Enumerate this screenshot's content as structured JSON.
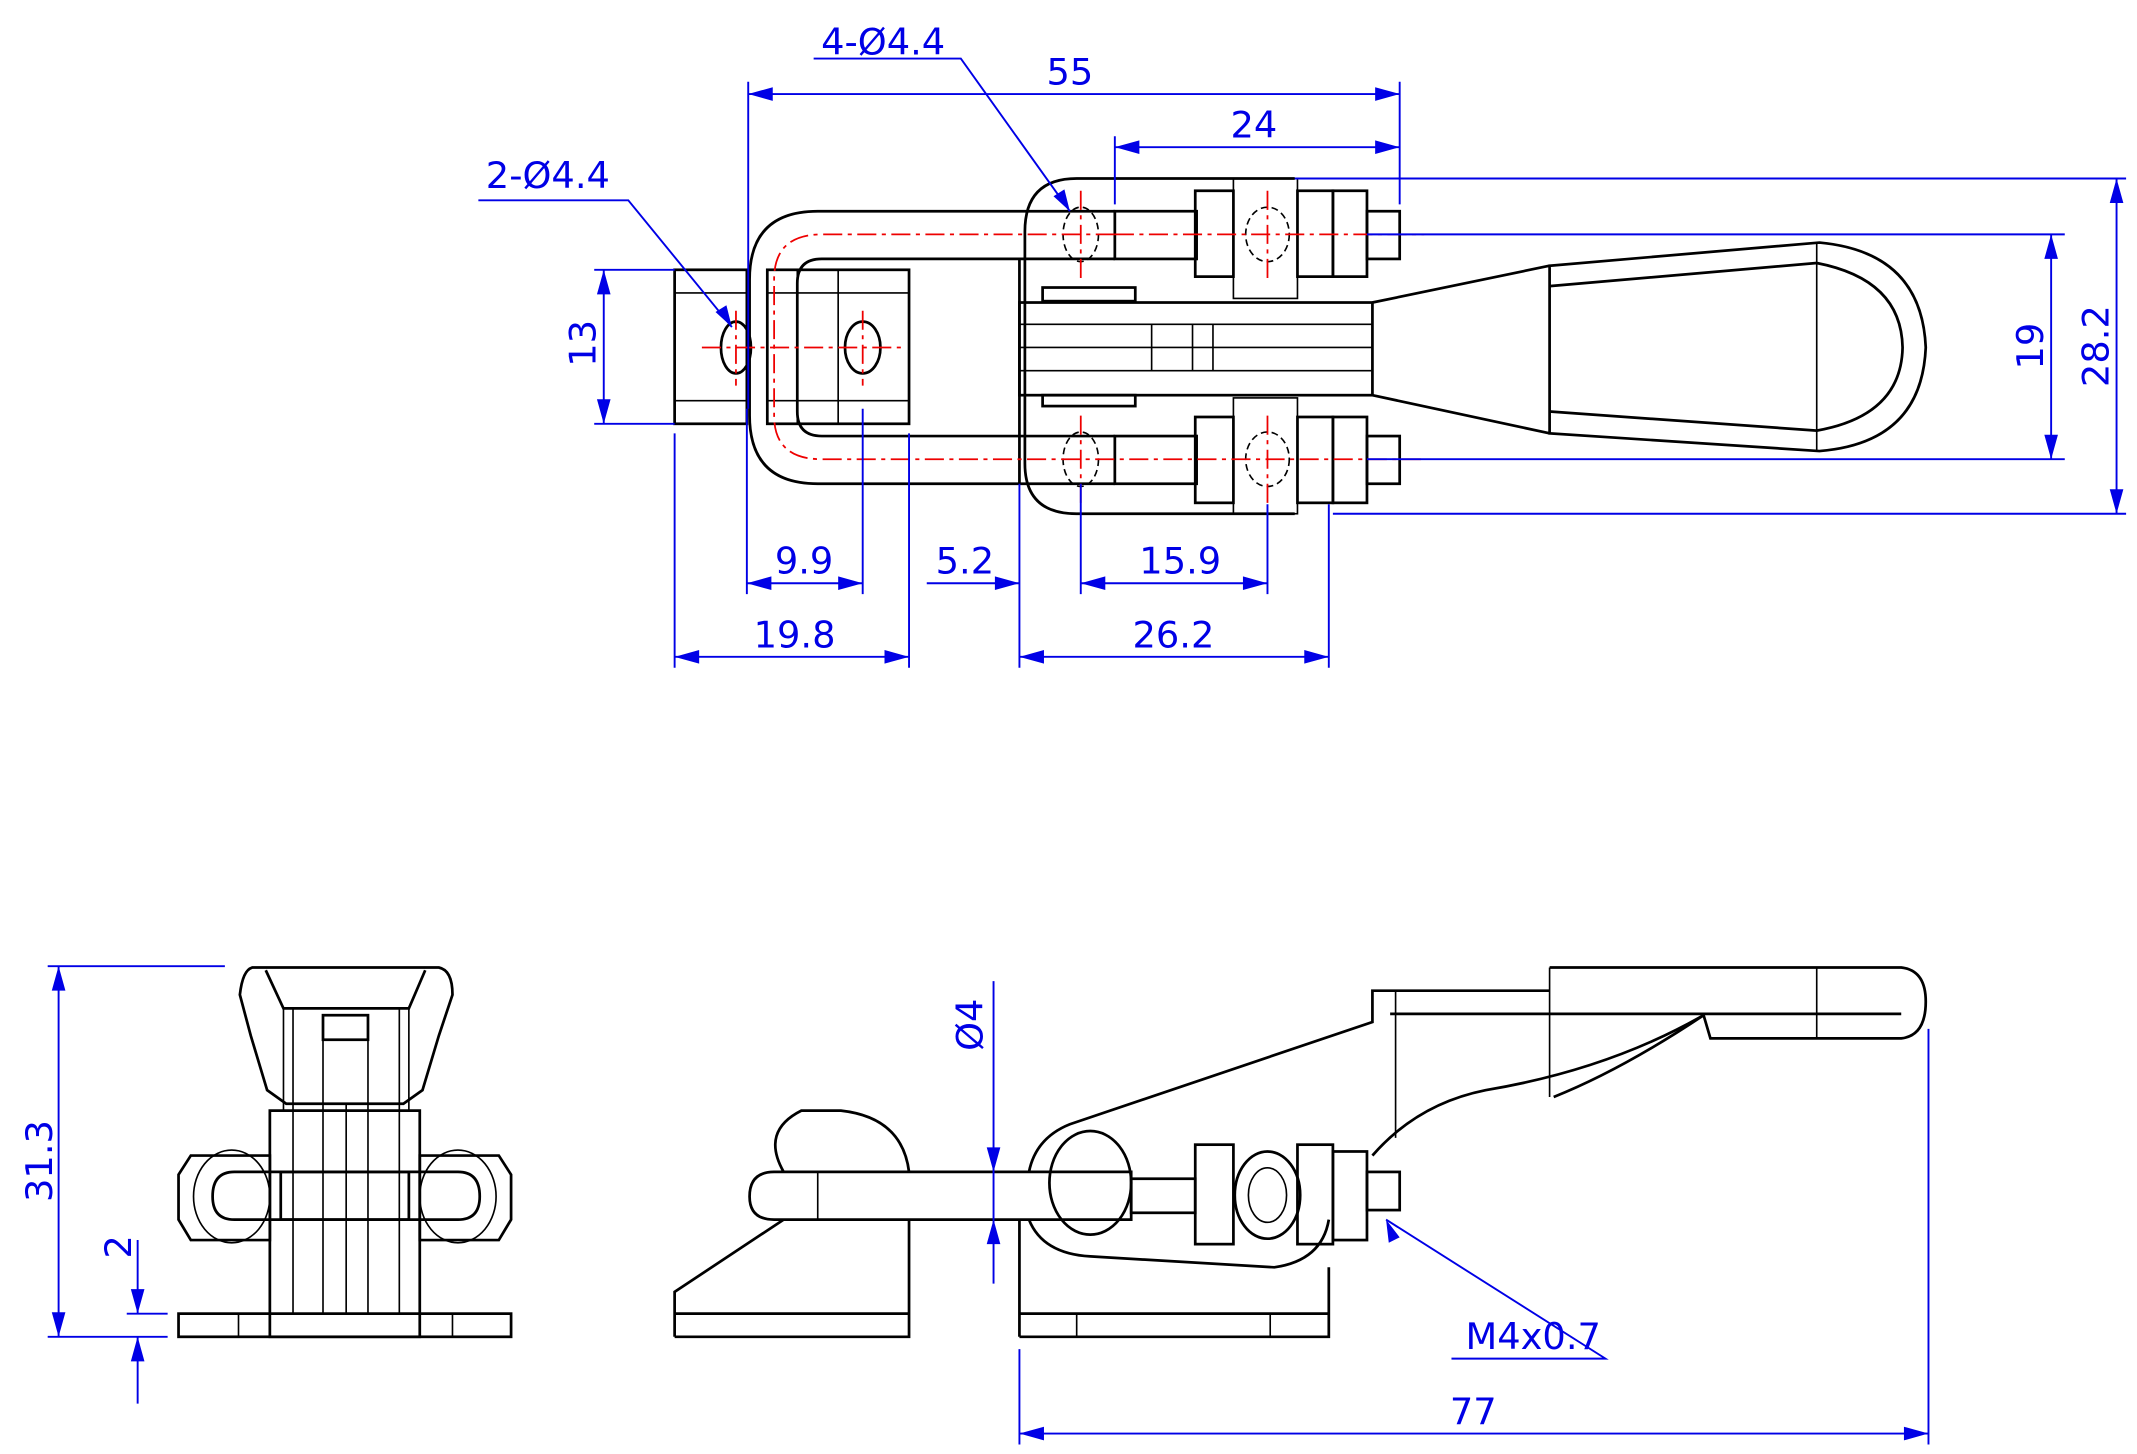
{
  "title": "Latch clamp technical drawing",
  "colors": {
    "part": "#000000",
    "dimension": "#0000e6",
    "centerline": "#e00000"
  },
  "top_view": {
    "callout_slots": "4-Ø4.4",
    "callout_holes": "2-Ø4.4",
    "dim_overall": "55",
    "dim_thread": "24",
    "dim_block_height": "13",
    "dim_hole_spacing": "19",
    "dim_width": "28.2",
    "dim_hole_offset": "9.9",
    "dim_gap": "5.2",
    "dim_slot_pitch": "15.9",
    "dim_keeper_len": "19.8",
    "dim_base_len": "26.2"
  },
  "front_view": {
    "dim_height": "31.3",
    "dim_base_thick": "2"
  },
  "side_view": {
    "dim_wire": "Ø4",
    "callout_thread": "M4x0.7",
    "dim_length": "77"
  }
}
